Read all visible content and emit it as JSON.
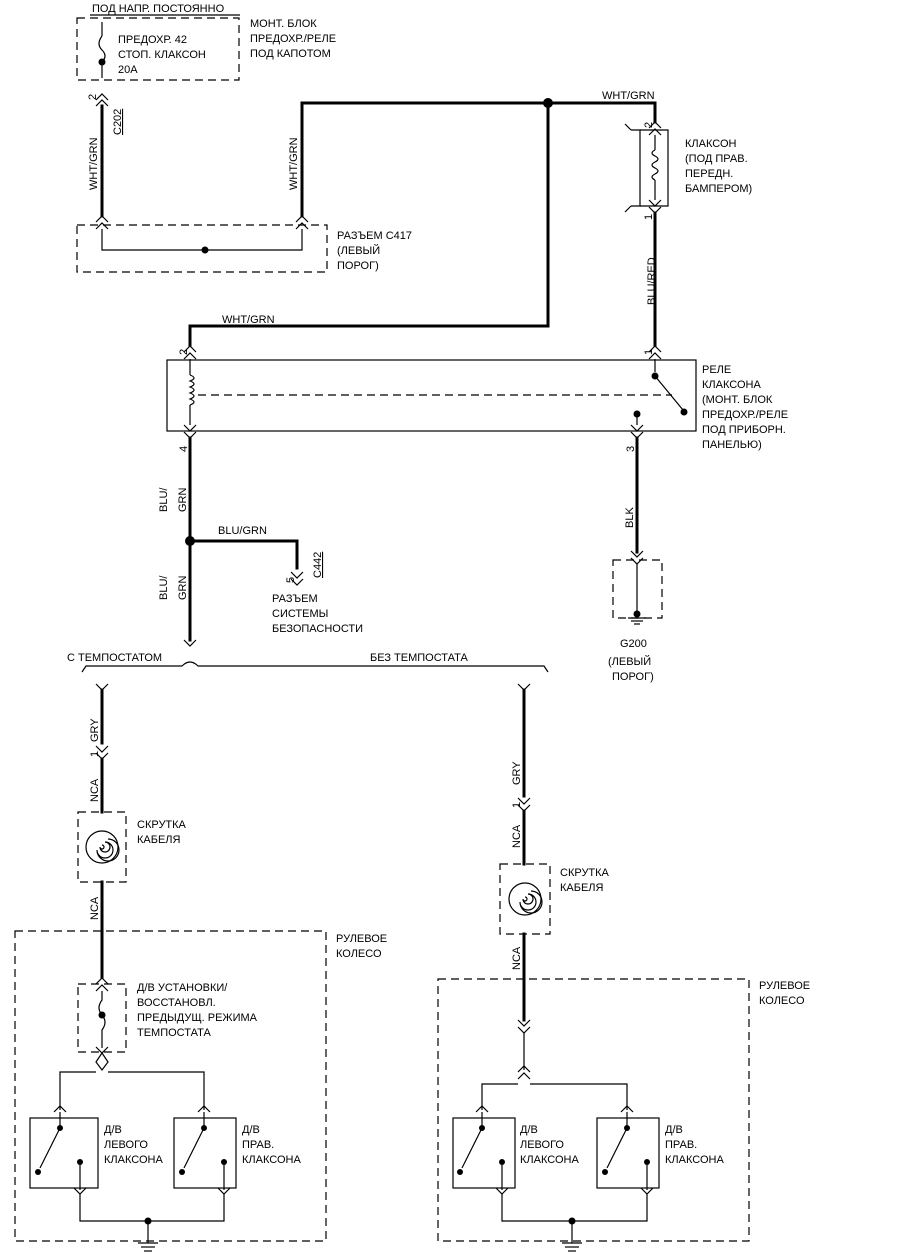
{
  "top_fuse": {
    "header": "ПОД НАПР. ПОСТОЯННО",
    "fuse_line1": "ПРЕДОХР. 42",
    "fuse_line2": "СТОП. КЛАКСОН",
    "fuse_line3": "20A",
    "block_line1": "МОНТ. БЛОК",
    "block_line2": "ПРЕДОХР./РЕЛЕ",
    "block_line3": "ПОД КАПОТОМ"
  },
  "connectors": {
    "c202": "C202",
    "c202_pin": "2",
    "c417_line1": "РАЗЪЕМ C417",
    "c417_line2": "(ЛЕВЫЙ",
    "c417_line3": "ПОРОГ)",
    "c442": "C442",
    "c442_pin": "5",
    "c442_line1": "РАЗЪЕМ",
    "c442_line2": "СИСТЕМЫ",
    "c442_line3": "БЕЗОПАСНОСТИ"
  },
  "wires": {
    "wht_grn": "WHT/GRN",
    "blu_red": "BLU/RED",
    "blu": "BLU/",
    "grn": "GRN",
    "blu_grn": "BLU/GRN",
    "blk": "BLK",
    "gry": "GRY",
    "nca": "NCA"
  },
  "horn": {
    "line1": "КЛАКСОН",
    "line2": "(ПОД ПРАВ.",
    "line3": "ПЕРЕДН.",
    "line4": "БАМПЕРОМ)",
    "pin_top": "2",
    "pin_bottom": "1"
  },
  "relay": {
    "line1": "РЕЛЕ",
    "line2": "КЛАКСОНА",
    "line3": "(МОНТ. БЛОК",
    "line4": "ПРЕДОХР./РЕЛЕ",
    "line5": "ПОД ПРИБОРН.",
    "line6": "ПАНЕЛЬЮ)",
    "pin1": "1",
    "pin2": "2",
    "pin3": "3",
    "pin4": "4"
  },
  "ground": {
    "name": "G200",
    "line1": "(ЛЕВЫЙ",
    "line2": "ПОРОГ)"
  },
  "branches": {
    "with_cruise": "С ТЕМПОСТАТОМ",
    "without_cruise": "БЕЗ ТЕМПОСТАТА"
  },
  "left_branch": {
    "pin": "1",
    "clockspring_line1": "СКРУТКА",
    "clockspring_line2": "КАБЕЛЯ",
    "wheel_line1": "РУЛЕВОЕ",
    "wheel_line2": "КОЛЕСО",
    "cruise_switch_line1": "Д/В УСТАНОВКИ/",
    "cruise_switch_line2": "ВОССТАНОВЛ.",
    "cruise_switch_line3": "ПРЕДЫДУЩ. РЕЖИМА",
    "cruise_switch_line4": "ТЕМПОСТАТА",
    "left_sw_line1": "Д/В",
    "left_sw_line2": "ЛЕВОГО",
    "left_sw_line3": "КЛАКСОНА",
    "right_sw_line1": "Д/В",
    "right_sw_line2": "ПРАВ.",
    "right_sw_line3": "КЛАКСОНА"
  },
  "right_branch": {
    "pin": "1",
    "clockspring_line1": "СКРУТКА",
    "clockspring_line2": "КАБЕЛЯ",
    "wheel_line1": "РУЛЕВОЕ",
    "wheel_line2": "КОЛЕСО",
    "left_sw_line1": "Д/В",
    "left_sw_line2": "ЛЕВОГО",
    "left_sw_line3": "КЛАКСОНА",
    "right_sw_line1": "Д/В",
    "right_sw_line2": "ПРАВ.",
    "right_sw_line3": "КЛАКСОНА"
  }
}
